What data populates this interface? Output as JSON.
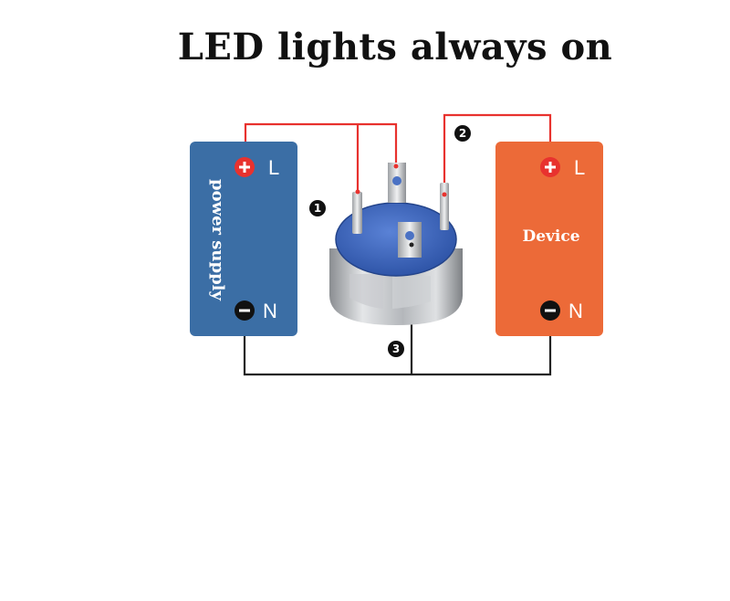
{
  "title": "LED lights always on",
  "power_supply": {
    "label": "power supply",
    "positive_terminal": "L",
    "negative_terminal": "N",
    "color": "#3b6ea5"
  },
  "device": {
    "label": "Device",
    "positive_terminal": "L",
    "negative_terminal": "N",
    "color": "#ec6a38"
  },
  "markers": [
    "1",
    "2",
    "3"
  ],
  "colors": {
    "live_wire": "#e8322e",
    "neutral_wire": "#222222",
    "switch_body": "#3a63b8",
    "switch_ring": "#b9bcc0"
  },
  "icons": [
    "plus-icon",
    "minus-icon"
  ]
}
